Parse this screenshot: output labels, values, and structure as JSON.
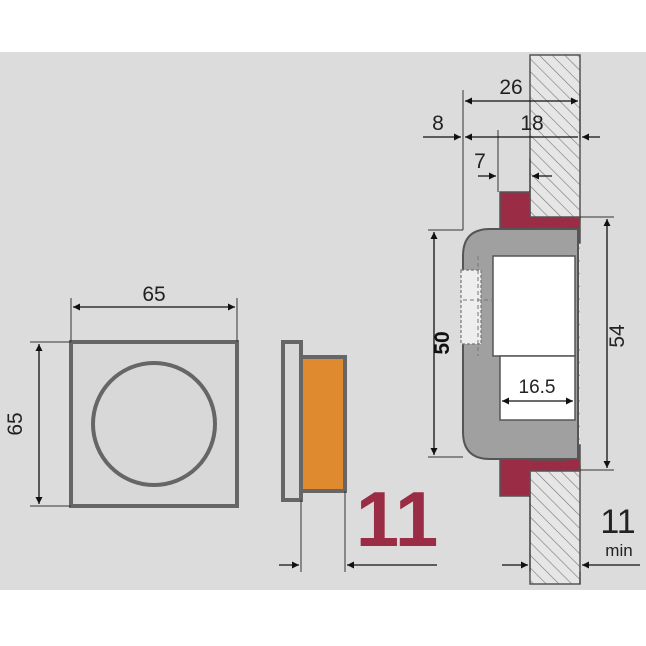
{
  "colors": {
    "background_panel": "#dcdcdc",
    "outline": "#666666",
    "face_fill": "#d8d8d8",
    "magnet_orange": "#e08a30",
    "bracket_red": "#9a2c45",
    "body_gray": "#a0a0a0",
    "accent_text": "#9a2c45"
  },
  "front_view": {
    "width_label": "65",
    "height_label": "65"
  },
  "side_view": {
    "depth_label": "11"
  },
  "section_view": {
    "overall_depth_label": "26",
    "flange_label": "8",
    "recess_label": "18",
    "step_label": "7",
    "inner_height_label": "50",
    "outer_height_label": "54",
    "bore_depth_label": "16.5",
    "panel_thickness_value": "11",
    "panel_thickness_unit": "min"
  }
}
